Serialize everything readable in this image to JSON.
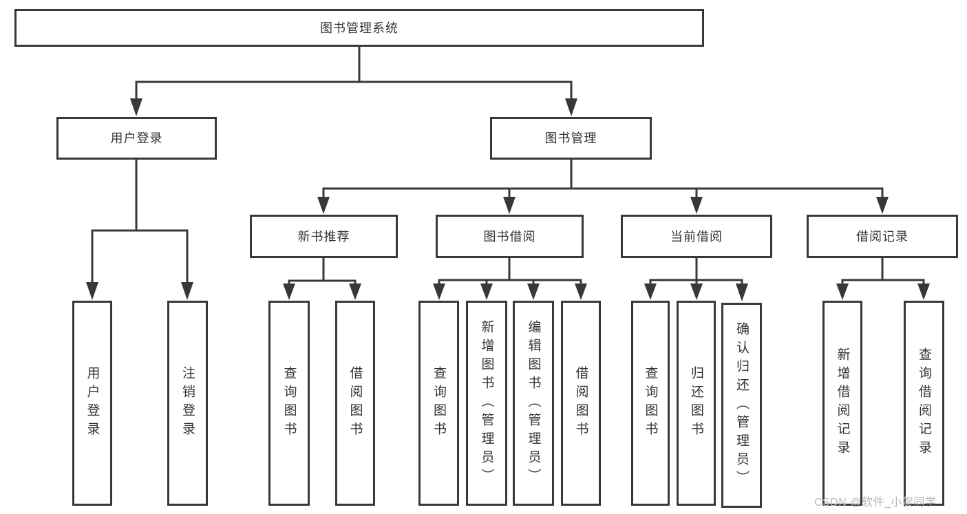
{
  "diagram": {
    "title": "图书管理系统",
    "nodes": {
      "root": "图书管理系统",
      "user_login": "用户登录",
      "book_management": "图书管理",
      "new_book_recommend": "新书推荐",
      "book_borrowing": "图书借阅",
      "current_borrowing": "当前借阅",
      "borrowing_records": "借阅记录",
      "leaf_user_login": "用户登录",
      "leaf_logout_login": "注销登录",
      "nb_query_books": "查询图书",
      "nb_borrow_books": "借阅图书",
      "bb_query_books": "查询图书",
      "bb_add_books": "新增图书（管理员）",
      "bb_edit_books": "编辑图书（管理员）",
      "bb_borrow_books": "借阅图书",
      "cb_query_books": "查询图书",
      "cb_return_books": "归还图书",
      "cb_confirm_return": "确认归还（管理员）",
      "br_add_record": "新增借阅记录",
      "br_query_record": "查询借阅记录"
    }
  },
  "watermark": "CSDN @软件_小贺同学",
  "colors": {
    "line": "#383838",
    "box_border": "#383838",
    "text": "#333333",
    "watermark": "#b8b8b8",
    "background": "#ffffff"
  }
}
